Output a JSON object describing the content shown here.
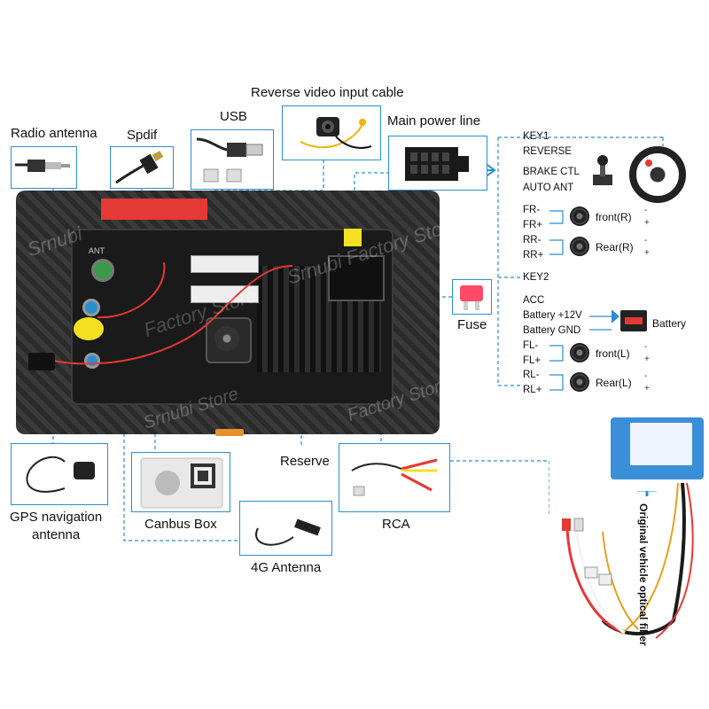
{
  "callouts": {
    "reverse_cable": "Reverse video input cable",
    "radio_antenna": "Radio antenna",
    "spdif": "Spdif",
    "usb": "USB",
    "main_power": "Main power line",
    "fuse": "Fuse",
    "reserve": "Reserve",
    "gps_line1": "GPS navigation",
    "gps_line2": "antenna",
    "canbus": "Canbus Box",
    "rca": "RCA",
    "antenna_4g": "4G Antenna",
    "fiber": "Original vehicle optical fiber"
  },
  "pins": [
    {
      "label": "KEY1"
    },
    {
      "label": "REVERSE"
    },
    {
      "label": "BRAKE CTL"
    },
    {
      "label": "AUTO ANT"
    },
    {
      "label": "FR-"
    },
    {
      "label": "FR+"
    },
    {
      "label": "RR-"
    },
    {
      "label": "RR+"
    },
    {
      "label": "KEY2"
    },
    {
      "label": "ACC"
    },
    {
      "label": "Battery +12V"
    },
    {
      "label": "Battery GND"
    },
    {
      "label": "FL-"
    },
    {
      "label": "FL+"
    },
    {
      "label": "RL-"
    },
    {
      "label": "RL+"
    }
  ],
  "speakers": {
    "front_r": "front(R)",
    "rear_r": "Rear(R)",
    "front_l": "front(L)",
    "rear_l": "Rear(L)"
  },
  "battery": "Battery",
  "signs": {
    "minus": "-",
    "plus": "+"
  },
  "unit": {
    "ant_label": "ANT"
  },
  "watermarks": [
    "Srnubi",
    "Factory Store",
    "Srnubi Factory Store",
    "Srnubi Store",
    "Factory Store"
  ],
  "colors": {
    "accent": "#2a8fd0",
    "red_tag": "#e53935",
    "fuse": "#ff4a6a"
  }
}
